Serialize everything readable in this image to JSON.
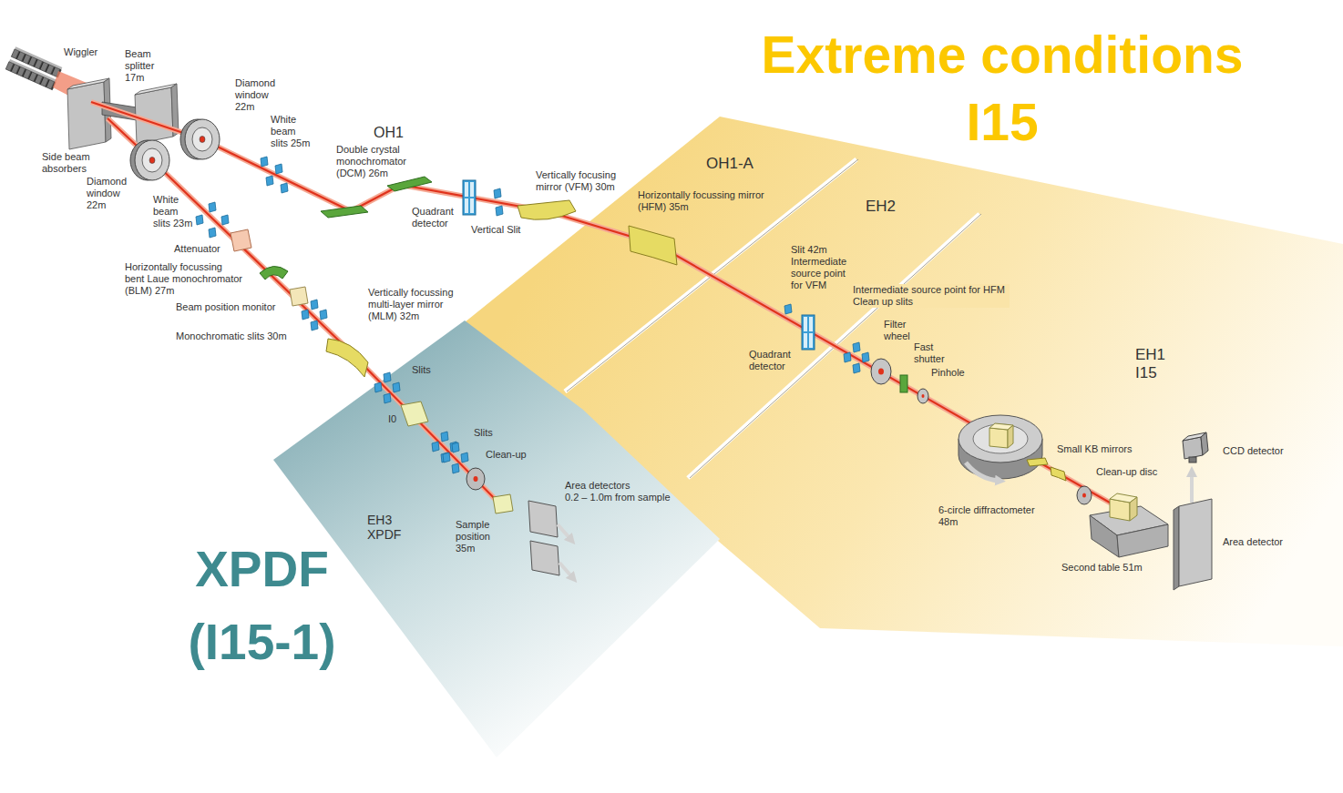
{
  "diagram": {
    "nodes": [
      {
        "text": [
          "Extreme conditions I15"
        ]
      },
      {
        "text": [
          "OH1-A"
        ],
        "in": 0
      },
      {
        "text": [
          "EH2"
        ],
        "in": 0
      },
      {
        "text": [
          "EH1 I15"
        ],
        "in": 0
      },
      {
        "text": [
          "XPDF (I15-1)",
          "EH3 XPDF"
        ]
      }
    ],
    "labels": [
      "Wiggler",
      "Beam splitter 17m",
      "Diamond window 22m",
      "White beam slits 25m",
      "OH1",
      "Side beam absorbers",
      "Double crystal monochromator (DCM) 26m",
      "Diamond window 22m",
      "Vertically focusing mirror (VFM) 30m",
      "White beam slits 23m",
      "Quadrant detector",
      "Vertical Slit",
      "Attenuator",
      "Horizontally focussing bent Laue monochromator (BLM) 27m",
      "Beam position monitor",
      "Vertically focussing multi-layer mirror (MLM) 32m",
      "Monochromatic slits 30m",
      "Slits",
      "I0",
      "Slits",
      "Clean-up",
      "Area detectors",
      "0.2 – 1.0m from sample",
      "Sample position 35m",
      "Horizontally focussing mirror (HFM) 35m",
      "Slit 42m Intermediate source point for VFM",
      "Intermediate source point for HFM Clean up slits",
      "Quadrant detector",
      "Filter wheel",
      "Fast shutter",
      "Pinhole",
      "6-circle diffractometer 48m",
      "Small KB mirrors",
      "Clean-up disc",
      "CCD detector",
      "Area detector",
      "Second table 51m"
    ]
  }
}
